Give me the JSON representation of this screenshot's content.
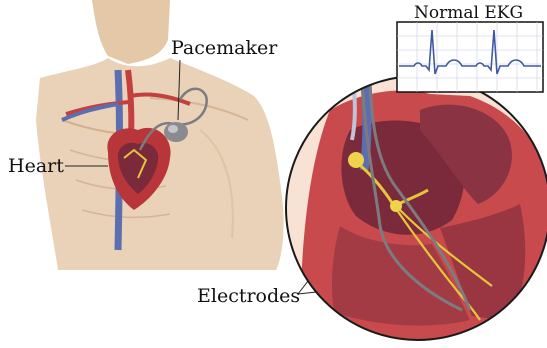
{
  "labels": {
    "pacemaker": "Pacemaker",
    "heart": "Heart",
    "electrodes": "Electrodes",
    "ekg_title": "Normal EKG"
  },
  "colors": {
    "skin": "#e9d2b7",
    "skin_shadow": "#d7b899",
    "heart_red": "#b8363a",
    "heart_light": "#e6a3a0",
    "chamber_dark": "#7a2a3a",
    "vein_blue": "#5b6fb0",
    "lead_gray": "#7c7c80",
    "nerve_yellow": "#e6c63a",
    "ekg_trace": "#3f58a6",
    "ekg_grid": "#c7cbe2"
  },
  "icons": {
    "pacemaker_device": "pacemaker-device-icon",
    "heart_organ": "heart-icon"
  }
}
